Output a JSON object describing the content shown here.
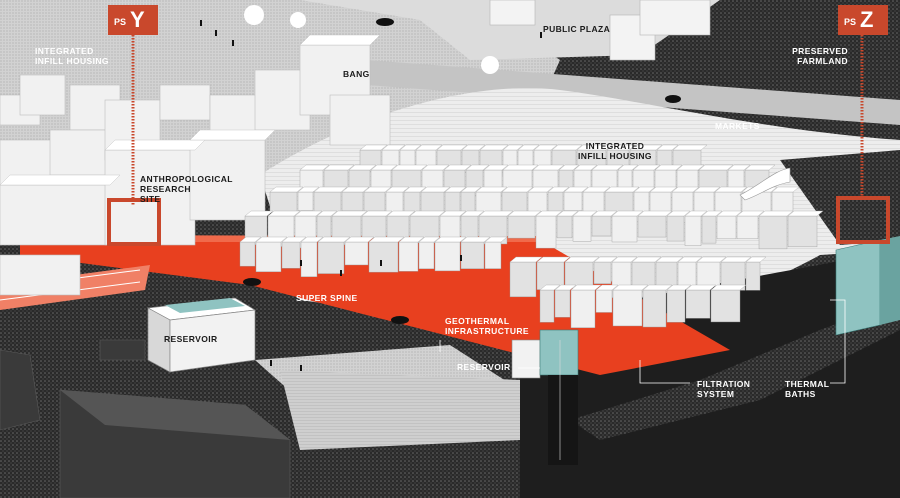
{
  "badges": {
    "y": {
      "prefix": "PS",
      "code": "Y"
    },
    "z": {
      "prefix": "PS",
      "code": "Z"
    }
  },
  "labels": {
    "integrated_infill_housing_left": "INTEGRATED\nINFILL HOUSING",
    "public_plaza": "PUBLIC PLAZA",
    "preserved_farmland": "PRESERVED\nFARMLAND",
    "bang": "BANG",
    "markets": "MARKETS",
    "integrated_infill_housing_center": "INTEGRATED\nINFILL HOUSING",
    "anthropological_research": "ANTHROPOLOGICAL\nRESEARCH\nSITE",
    "super_spine": "SUPER SPINE",
    "reservoir_left": "RESERVOIR",
    "geothermal_infrastructure": "GEOTHERMAL\nINFRASTRUCTURE",
    "reservoir_right": "RESERVOIR",
    "filtration_system": "FILTRATION\nSYSTEM",
    "thermal_baths": "THERMAL\nBATHS"
  },
  "colors": {
    "accent": "#c9482c",
    "spine": "#e8401f",
    "ground_dark": "#262626",
    "building": "#ebebeb",
    "glass": "#8fc3c1"
  }
}
